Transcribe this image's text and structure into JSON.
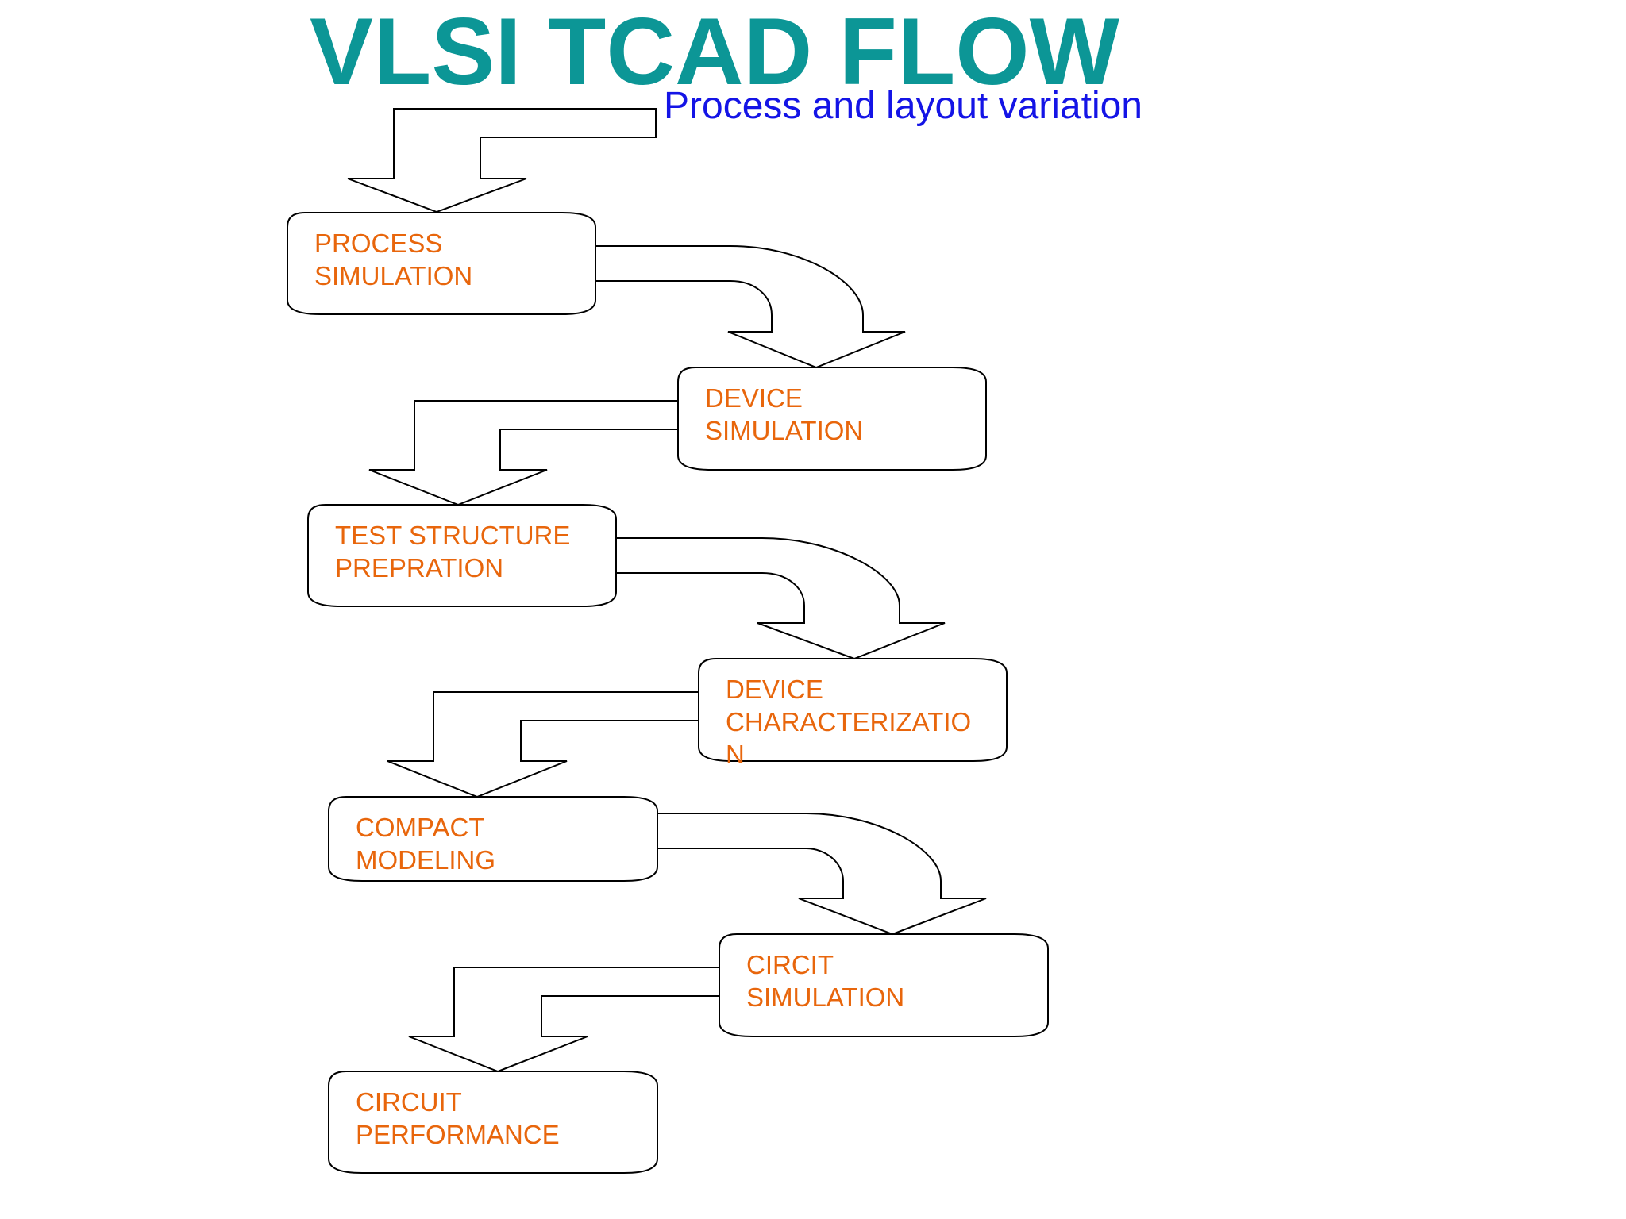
{
  "header": {
    "title": "VLSI TCAD FLOW",
    "subtitle": "Process and layout variation"
  },
  "steps": [
    {
      "line1": "PROCESS",
      "line2": "SIMULATION"
    },
    {
      "line1": "DEVICE",
      "line2": "SIMULATION"
    },
    {
      "line1": "TEST STRUCTURE",
      "line2": "PREPRATION"
    },
    {
      "line1": "DEVICE",
      "line2": "CHARACTERIZATION"
    },
    {
      "line1": "COMPACT",
      "line2": "MODELING"
    },
    {
      "line1": "CIRCIT",
      "line2": "SIMULATION"
    },
    {
      "line1": "CIRCUIT",
      "line2": "PERFORMANCE"
    }
  ],
  "colors": {
    "title": "#0c9696",
    "subtitle": "#1414e6",
    "step_text": "#e8660c",
    "outline": "#000000"
  }
}
